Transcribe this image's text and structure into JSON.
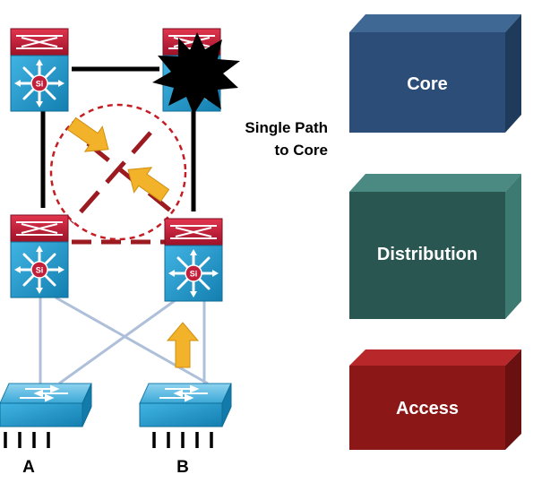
{
  "annotation": {
    "line1": "Single Path",
    "line2": "to Core"
  },
  "layers": [
    {
      "key": "core",
      "label": "Core",
      "color": "#2b4d77"
    },
    {
      "key": "distribution",
      "label": "Distribution",
      "color": "#295651"
    },
    {
      "key": "access",
      "label": "Access",
      "color": "#8b1717"
    }
  ],
  "hosts": {
    "a": "A",
    "b": "B"
  },
  "colors": {
    "switch_body": "#1c93c7",
    "router_top": "#c21f3b",
    "uplink": "#aebfd9",
    "link": "#000000",
    "failed_link": "#9b1b21",
    "arrow": "#f2b22a",
    "failure_burst": "#000000"
  },
  "icons": [
    "layer3-switch-icon",
    "access-switch-icon",
    "failure-burst-icon",
    "traffic-arrow-icon"
  ]
}
